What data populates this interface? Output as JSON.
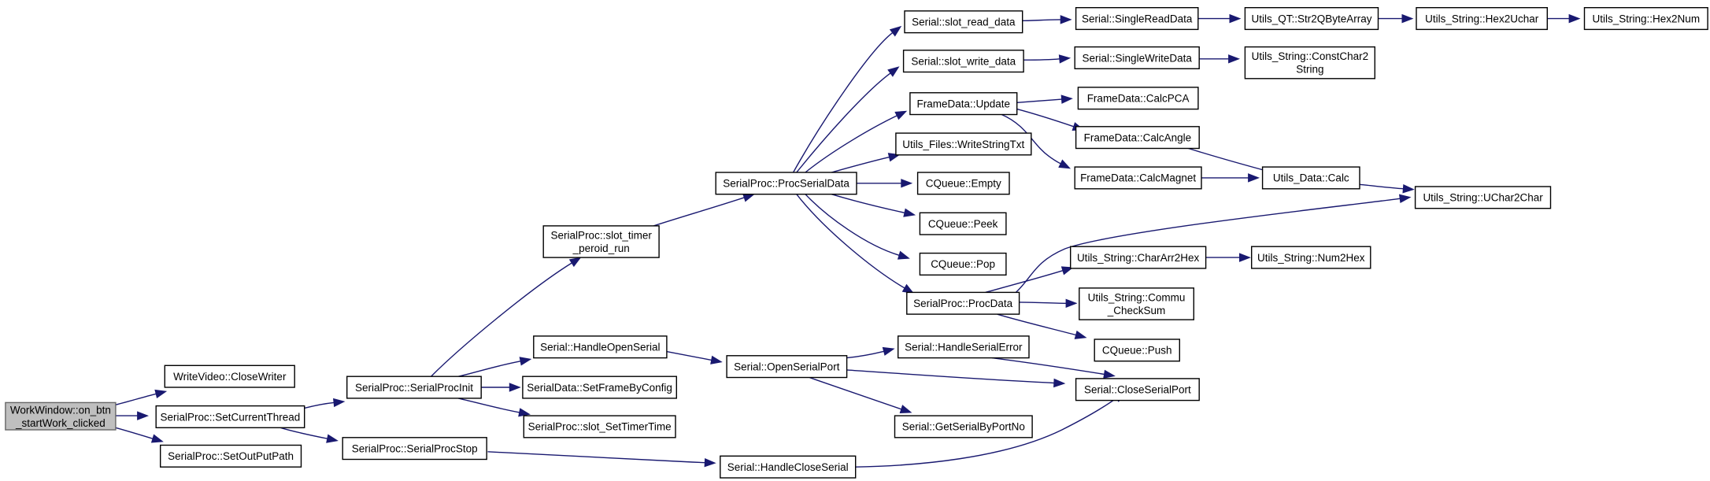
{
  "colors": {
    "edge": "#191970",
    "node_border": "#000000",
    "root_fill": "#bfbfbf",
    "root_border": "#666666"
  },
  "nodes": [
    {
      "id": "workwindow",
      "lines": [
        "WorkWindow::on_btn",
        "_startWork_clicked"
      ],
      "root": true
    },
    {
      "id": "closewriter",
      "lines": [
        "WriteVideo::CloseWriter"
      ]
    },
    {
      "id": "setcurrentthread",
      "lines": [
        "SerialProc::SetCurrentThread"
      ]
    },
    {
      "id": "setoutputpath",
      "lines": [
        "SerialProc::SetOutPutPath"
      ]
    },
    {
      "id": "serialprocinit",
      "lines": [
        "SerialProc::SerialProcInit"
      ]
    },
    {
      "id": "serialprocstop",
      "lines": [
        "SerialProc::SerialProcStop"
      ]
    },
    {
      "id": "slottimer",
      "lines": [
        "SerialProc::slot_timer",
        "_peroid_run"
      ]
    },
    {
      "id": "handleopenserial",
      "lines": [
        "Serial::HandleOpenSerial"
      ]
    },
    {
      "id": "setframebyconfig",
      "lines": [
        "SerialData::SetFrameByConfig"
      ]
    },
    {
      "id": "slotsettimertime",
      "lines": [
        "SerialProc::slot_SetTimerTime"
      ]
    },
    {
      "id": "procserialdata",
      "lines": [
        "SerialProc::ProcSerialData"
      ]
    },
    {
      "id": "openserialport",
      "lines": [
        "Serial::OpenSerialPort"
      ]
    },
    {
      "id": "handlecloseserial",
      "lines": [
        "Serial::HandleCloseSerial"
      ]
    },
    {
      "id": "slotreaddata",
      "lines": [
        "Serial::slot_read_data"
      ]
    },
    {
      "id": "slotwritedata",
      "lines": [
        "Serial::slot_write_data"
      ]
    },
    {
      "id": "frameupdate",
      "lines": [
        "FrameData::Update"
      ]
    },
    {
      "id": "writestringtxt",
      "lines": [
        "Utils_Files::WriteStringTxt"
      ]
    },
    {
      "id": "cqueueempty",
      "lines": [
        "CQueue::Empty"
      ]
    },
    {
      "id": "cqueuepeek",
      "lines": [
        "CQueue::Peek"
      ]
    },
    {
      "id": "cqueuepop",
      "lines": [
        "CQueue::Pop"
      ]
    },
    {
      "id": "procdata",
      "lines": [
        "SerialProc::ProcData"
      ]
    },
    {
      "id": "handleserialerror",
      "lines": [
        "Serial::HandleSerialError"
      ]
    },
    {
      "id": "getserialbyportno",
      "lines": [
        "Serial::GetSerialByPortNo"
      ]
    },
    {
      "id": "singlereaddata",
      "lines": [
        "Serial::SingleReadData"
      ]
    },
    {
      "id": "singlewritedata",
      "lines": [
        "Serial::SingleWriteData"
      ]
    },
    {
      "id": "calcpca",
      "lines": [
        "FrameData::CalcPCA"
      ]
    },
    {
      "id": "calcangle",
      "lines": [
        "FrameData::CalcAngle"
      ]
    },
    {
      "id": "calcmagnet",
      "lines": [
        "FrameData::CalcMagnet"
      ]
    },
    {
      "id": "chararr2hex",
      "lines": [
        "Utils_String::CharArr2Hex"
      ]
    },
    {
      "id": "commuchecksum",
      "lines": [
        "Utils_String::Commu",
        "_CheckSum"
      ]
    },
    {
      "id": "cqueuepush",
      "lines": [
        "CQueue::Push"
      ]
    },
    {
      "id": "closeserialport",
      "lines": [
        "Serial::CloseSerialPort"
      ]
    },
    {
      "id": "str2qbytearray",
      "lines": [
        "Utils_QT::Str2QByteArray"
      ]
    },
    {
      "id": "constchar2string",
      "lines": [
        "Utils_String::ConstChar2",
        "String"
      ]
    },
    {
      "id": "utilsdatacalc",
      "lines": [
        "Utils_Data::Calc"
      ]
    },
    {
      "id": "num2hex",
      "lines": [
        "Utils_String::Num2Hex"
      ]
    },
    {
      "id": "hex2uchar",
      "lines": [
        "Utils_String::Hex2Uchar"
      ]
    },
    {
      "id": "uchar2char",
      "lines": [
        "Utils_String::UChar2Char"
      ]
    },
    {
      "id": "hex2num",
      "lines": [
        "Utils_String::Hex2Num"
      ]
    }
  ],
  "edges": [
    {
      "from": "workwindow",
      "to": "closewriter"
    },
    {
      "from": "workwindow",
      "to": "setcurrentthread"
    },
    {
      "from": "workwindow",
      "to": "setoutputpath"
    },
    {
      "from": "setcurrentthread",
      "to": "serialprocinit"
    },
    {
      "from": "setcurrentthread",
      "to": "serialprocstop"
    },
    {
      "from": "serialprocinit",
      "to": "slottimer"
    },
    {
      "from": "serialprocinit",
      "to": "handleopenserial"
    },
    {
      "from": "serialprocinit",
      "to": "setframebyconfig"
    },
    {
      "from": "serialprocinit",
      "to": "slotsettimertime"
    },
    {
      "from": "serialprocstop",
      "to": "handlecloseserial"
    },
    {
      "from": "slottimer",
      "to": "procserialdata"
    },
    {
      "from": "handleopenserial",
      "to": "openserialport"
    },
    {
      "from": "procserialdata",
      "to": "slotreaddata"
    },
    {
      "from": "procserialdata",
      "to": "slotwritedata"
    },
    {
      "from": "procserialdata",
      "to": "frameupdate"
    },
    {
      "from": "procserialdata",
      "to": "writestringtxt"
    },
    {
      "from": "procserialdata",
      "to": "cqueueempty"
    },
    {
      "from": "procserialdata",
      "to": "cqueuepeek"
    },
    {
      "from": "procserialdata",
      "to": "cqueuepop"
    },
    {
      "from": "procserialdata",
      "to": "procdata"
    },
    {
      "from": "openserialport",
      "to": "handleserialerror"
    },
    {
      "from": "openserialport",
      "to": "closeserialport"
    },
    {
      "from": "openserialport",
      "to": "getserialbyportno"
    },
    {
      "from": "handlecloseserial",
      "to": "closeserialport"
    },
    {
      "from": "handleserialerror",
      "to": "closeserialport"
    },
    {
      "from": "slotreaddata",
      "to": "singlereaddata"
    },
    {
      "from": "slotwritedata",
      "to": "singlewritedata"
    },
    {
      "from": "frameupdate",
      "to": "calcpca"
    },
    {
      "from": "frameupdate",
      "to": "calcangle"
    },
    {
      "from": "frameupdate",
      "to": "calcmagnet"
    },
    {
      "from": "procdata",
      "to": "uchar2char"
    },
    {
      "from": "procdata",
      "to": "chararr2hex"
    },
    {
      "from": "procdata",
      "to": "commuchecksum"
    },
    {
      "from": "procdata",
      "to": "cqueuepush"
    },
    {
      "from": "singlereaddata",
      "to": "str2qbytearray"
    },
    {
      "from": "singlewritedata",
      "to": "constchar2string"
    },
    {
      "from": "calcangle",
      "to": "utilsdatacalc"
    },
    {
      "from": "calcmagnet",
      "to": "utilsdatacalc"
    },
    {
      "from": "chararr2hex",
      "to": "num2hex"
    },
    {
      "from": "str2qbytearray",
      "to": "hex2uchar"
    },
    {
      "from": "hex2uchar",
      "to": "hex2num"
    },
    {
      "from": "utilsdatacalc",
      "to": "uchar2char"
    }
  ]
}
